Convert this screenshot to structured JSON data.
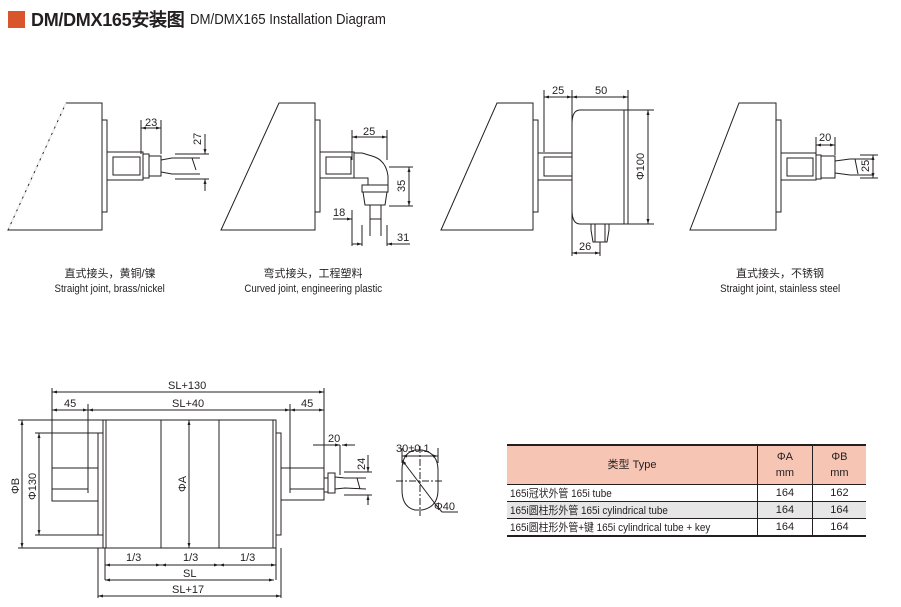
{
  "header": {
    "title_cn": "DM/DMX165安装图",
    "title_en": "DM/DMX165 Installation Diagram",
    "accent_color": "#d9552b"
  },
  "top_views": [
    {
      "caption_cn": "直式接头，黄铜/镍",
      "caption_en": "Straight joint, brass/nickel",
      "dims": [
        "23",
        "27"
      ]
    },
    {
      "caption_cn": "弯式接头，工程塑料",
      "caption_en": "Curved joint, engineering plastic",
      "dims": [
        "25",
        "35",
        "18",
        "31"
      ]
    },
    {
      "caption_cn": "",
      "caption_en": "",
      "dims": [
        "25",
        "50",
        "Φ100",
        "26"
      ]
    },
    {
      "caption_cn": "直式接头，不锈钢",
      "caption_en": "Straight joint, stainless steel",
      "dims": [
        "20",
        "25"
      ]
    }
  ],
  "drum_view": {
    "dims": {
      "overall": "SL+130",
      "left_shaft": "45",
      "between": "SL+40",
      "right_shaft": "45",
      "phi_b": "ΦB",
      "phi_130": "Φ130",
      "phi_a": "ΦA",
      "third_1": "1/3",
      "third_2": "1/3",
      "third_3": "1/3",
      "sl": "SL",
      "sl17": "SL+17",
      "joint_len": "20",
      "joint_height": "24"
    }
  },
  "section_view": {
    "flat": "30±0.1",
    "diameter": "Φ40"
  },
  "spec_table": {
    "header_color": "#f6c5b4",
    "columns": [
      {
        "label": "类型 Type",
        "unit": ""
      },
      {
        "label": "ΦA",
        "unit": "mm"
      },
      {
        "label": "ΦB",
        "unit": "mm"
      }
    ],
    "rows": [
      {
        "type": "165i冠状外管 165i tube",
        "a": "164",
        "b": "162"
      },
      {
        "type": "165i圆柱形外管 165i cylindrical tube",
        "a": "164",
        "b": "164"
      },
      {
        "type": "165i圆柱形外管+键 165i cylindrical tube + key",
        "a": "164",
        "b": "164"
      }
    ]
  }
}
